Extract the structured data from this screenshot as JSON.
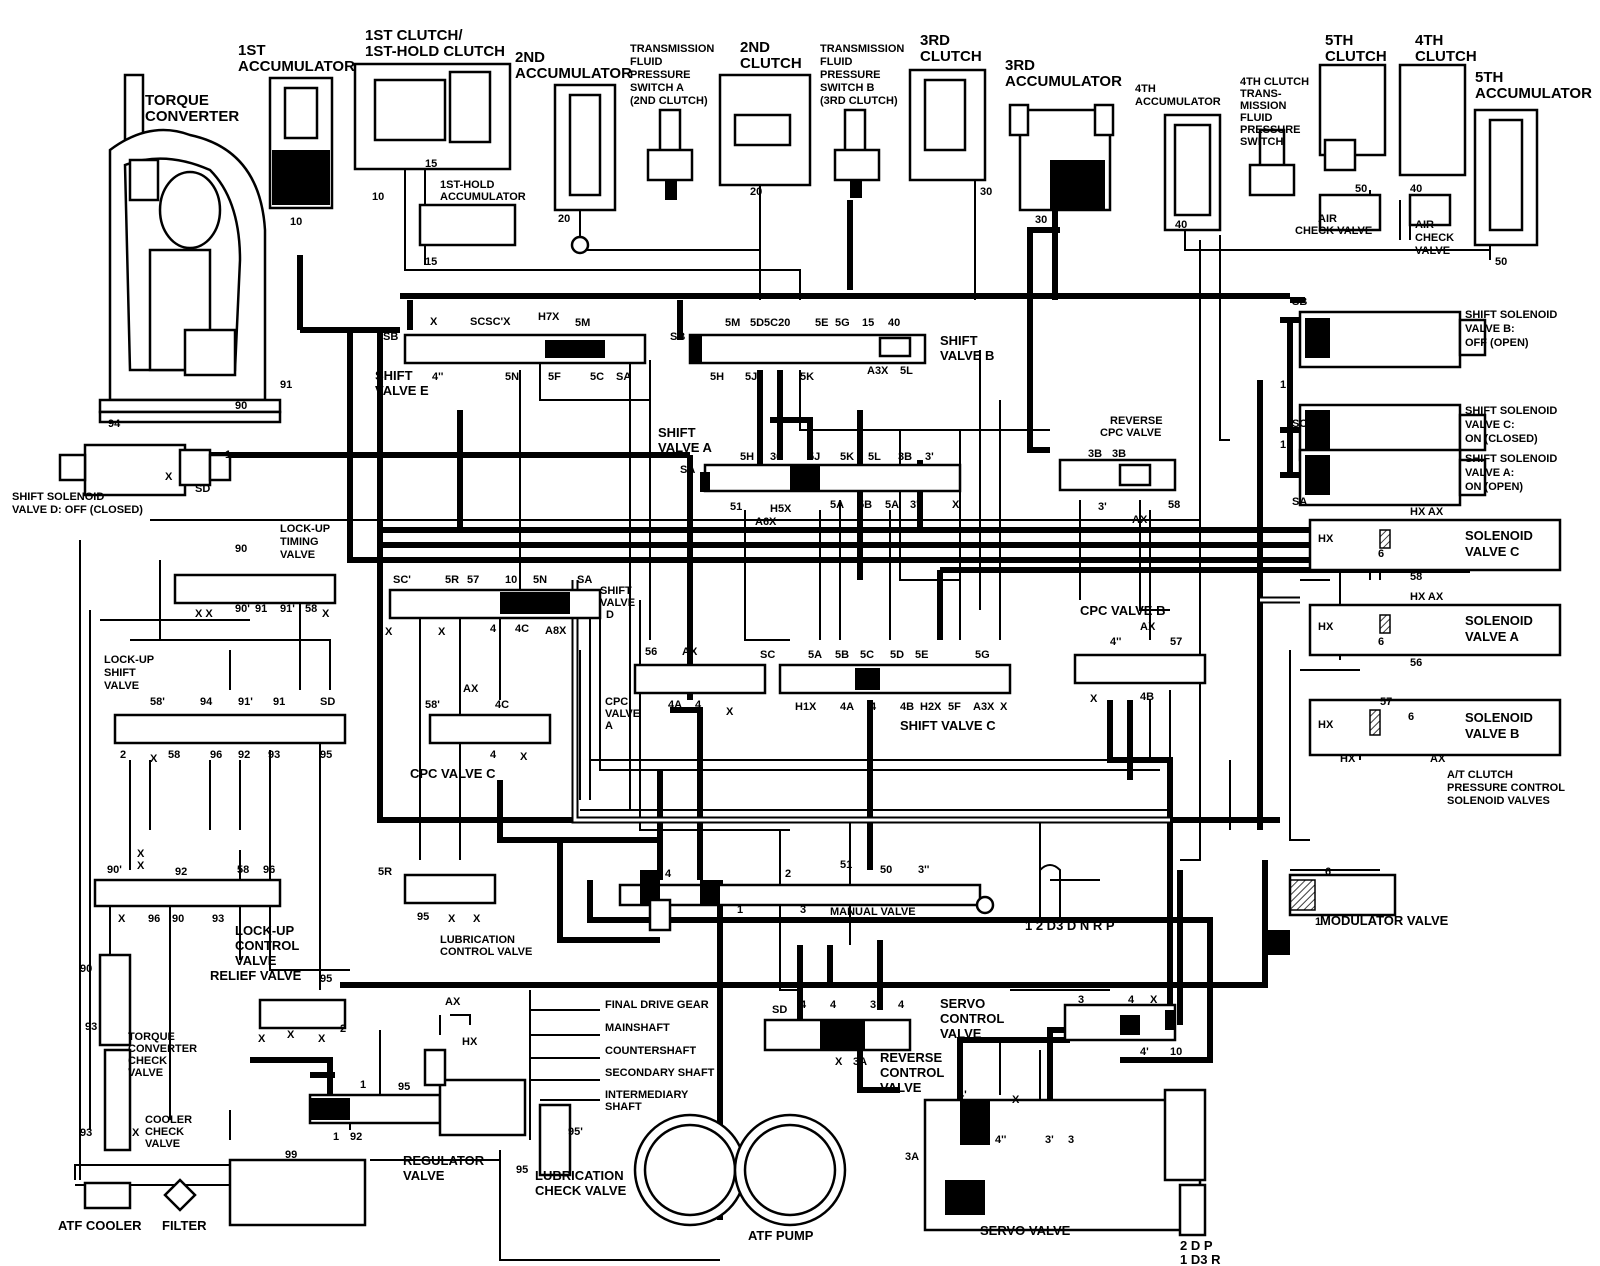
{
  "components": {
    "torque_converter": "TORQUE\nCONVERTER",
    "first_accumulator": "1ST\nACCUMULATOR",
    "first_clutch": "1ST CLUTCH/\n1ST-HOLD CLUTCH",
    "second_accumulator": "2ND\nACCUMULATOR",
    "tf_switch_a": "TRANSMISSION\nFLUID\nPRESSURE\nSWITCH A\n(2ND CLUTCH)",
    "second_clutch": "2ND\nCLUTCH",
    "tf_switch_b": "TRANSMISSION\nFLUID\nPRESSURE\nSWITCH B\n(3RD CLUTCH)",
    "third_clutch": "3RD\nCLUTCH",
    "third_accumulator": "3RD\nACCUMULATOR",
    "fourth_accumulator": "4TH\nACCUMULATOR",
    "fourth_clutch_switch": "4TH CLUTCH\nTRANS-\nMISSION\nFLUID\nPRESSURE\nSWITCH",
    "fifth_clutch": "5TH\nCLUTCH",
    "fourth_clutch": "4TH\nCLUTCH",
    "fifth_accumulator": "5TH\nACCUMULATOR",
    "first_hold_accumulator": "1ST-HOLD\nACCUMULATOR",
    "air_check_valve_1": "AIR\nCHECK VALVE",
    "air_check_valve_2": "AIR\nCHECK\nVALVE",
    "shift_valve_e": "SHIFT\nVALVE E",
    "shift_valve_b": "SHIFT\nVALVE B",
    "shift_valve_a": "SHIFT\nVALVE A",
    "shift_valve_c": "SHIFT VALVE C",
    "shift_valve_d": "SHIFT\nVALVE\nD",
    "reverse_cpc_valve": "REVERSE\nCPC VALVE",
    "shift_solenoid_b": "SHIFT SOLENOID\nVALVE B:\nOFF (OPEN)",
    "shift_solenoid_c": "SHIFT SOLENOID\nVALVE C:\nON (CLOSED)",
    "shift_solenoid_a": "SHIFT SOLENOID\nVALVE A:\nON (OPEN)",
    "shift_solenoid_d": "SHIFT SOLENOID\nVALVE D: OFF (CLOSED)",
    "solenoid_c": "SOLENOID\nVALVE C",
    "solenoid_a": "SOLENOID\nVALVE A",
    "solenoid_b": "SOLENOID\nVALVE B",
    "at_clutch_solenoids": "A/T CLUTCH\nPRESSURE CONTROL\nSOLENOID VALVES",
    "lockup_timing_valve": "LOCK-UP\nTIMING\nVALVE",
    "lockup_shift_valve": "LOCK-UP\nSHIFT\nVALVE",
    "cpc_valve_c": "CPC VALVE C",
    "cpc_valve_a": "CPC\nVALVE\nA",
    "cpc_valve_b": "CPC VALVE B",
    "lockup_control_valve": "LOCK-UP\nCONTROL\nVALVE",
    "relief_valve": "RELIEF VALVE",
    "lubrication_control_valve": "LUBRICATION\nCONTROL VALVE",
    "manual_valve": "MANUAL VALVE",
    "modulator_valve": "MODULATOR VALVE",
    "tc_check_valve": "TORQUE\nCONVERTER\nCHECK\nVALVE",
    "cooler_check_valve": "COOLER\nCHECK\nVALVE",
    "regulator_valve": "REGULATOR\nVALVE",
    "lubrication_check_valve": "LUBRICATION\nCHECK VALVE",
    "servo_control_valve": "SERVO\nCONTROL\nVALVE",
    "reverse_control_valve": "REVERSE\nCONTROL\nVALVE",
    "servo_valve": "SERVO VALVE",
    "atf_pump": "ATF PUMP",
    "atf_cooler": "ATF COOLER",
    "filter": "FILTER",
    "final_drive_gear": "FINAL DRIVE GEAR",
    "mainshaft": "MAINSHAFT",
    "countershaft": "COUNTERSHAFT",
    "secondary_shaft": "SECONDARY SHAFT",
    "intermediary_shaft": "INTERMEDIARY\nSHAFT"
  },
  "positions_shift": "1 2 D3 D N R P",
  "positions_servo": [
    "2",
    "1",
    "D",
    "D3",
    "P",
    "R"
  ],
  "ports": [
    "10",
    "15",
    "20",
    "30",
    "40",
    "50",
    "90",
    "91",
    "94",
    "SB",
    "SC",
    "SA",
    "SD",
    "X",
    "SCSC'X",
    "H7X",
    "5M",
    "4''",
    "5N",
    "5F",
    "5C",
    "5H",
    "5J",
    "5K",
    "5D5C20",
    "5E",
    "5G",
    "A3X",
    "5L",
    "3B",
    "3'",
    "51",
    "A6X",
    "H5X",
    "5A",
    "5B",
    "3''",
    "58",
    "AX",
    "HX",
    "6",
    "56",
    "57",
    "4A",
    "4",
    "H1X",
    "4B",
    "H2X",
    "5F",
    "A3X",
    "SC'",
    "5R",
    "57",
    "4C",
    "A8X",
    "58'",
    "2",
    "96",
    "92",
    "93",
    "95",
    "90'",
    "91'",
    "1",
    "99",
    "3",
    "3A",
    "4'",
    "95'",
    "HX AX"
  ]
}
